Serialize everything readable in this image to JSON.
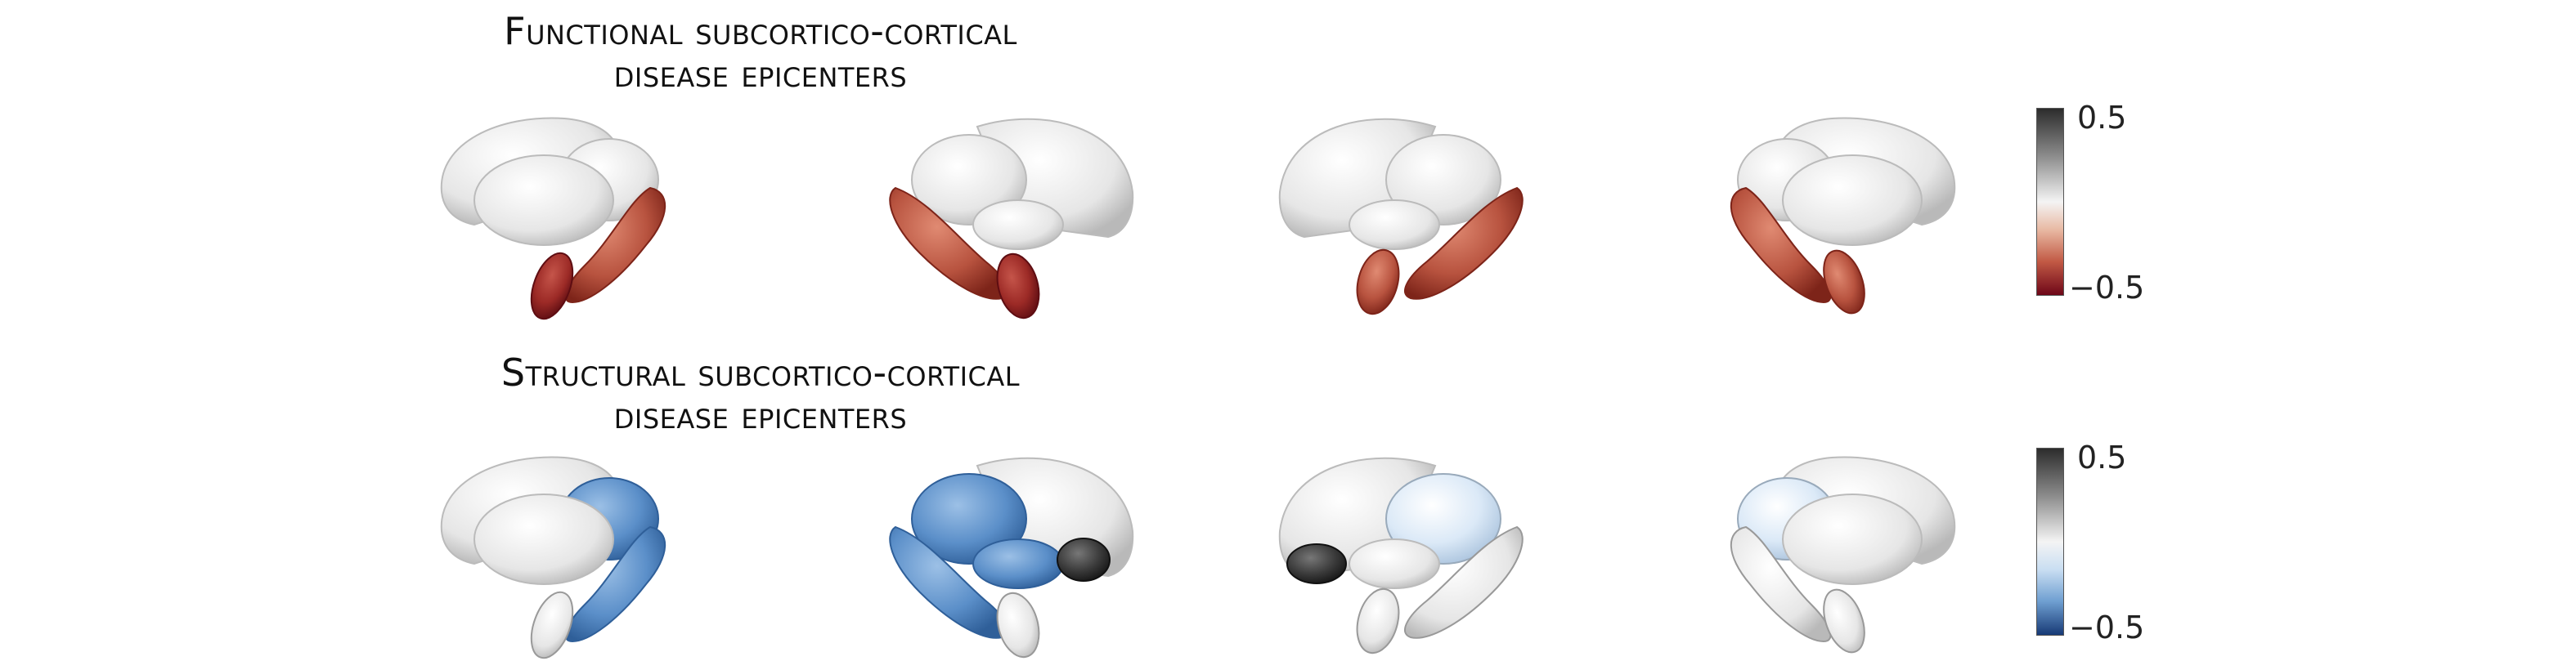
{
  "functional_panel": {
    "title_line1": "Functional subcortico-cortical",
    "title_line2": "disease epicenters",
    "colorbar": {
      "max_label": "0.5",
      "min_label": "−0.5",
      "colormap": [
        "#2c2c2c",
        "#f4f4f4",
        "#6e0718"
      ]
    }
  },
  "structural_panel": {
    "title_line1": "Structural subcortico-cortical",
    "title_line2": "disease epicenters",
    "colorbar": {
      "max_label": "0.5",
      "min_label": "−0.5",
      "colormap": [
        "#2c2c2c",
        "#f4f4f4",
        "#173a76"
      ]
    }
  },
  "colors": {
    "functional_highlight": "#b8533f",
    "structural_highlight": "#5b8fc9",
    "structural_light": "#dbe9f7",
    "positive_dark": "#2f2f2f",
    "neutral": "#f0f0f0"
  }
}
